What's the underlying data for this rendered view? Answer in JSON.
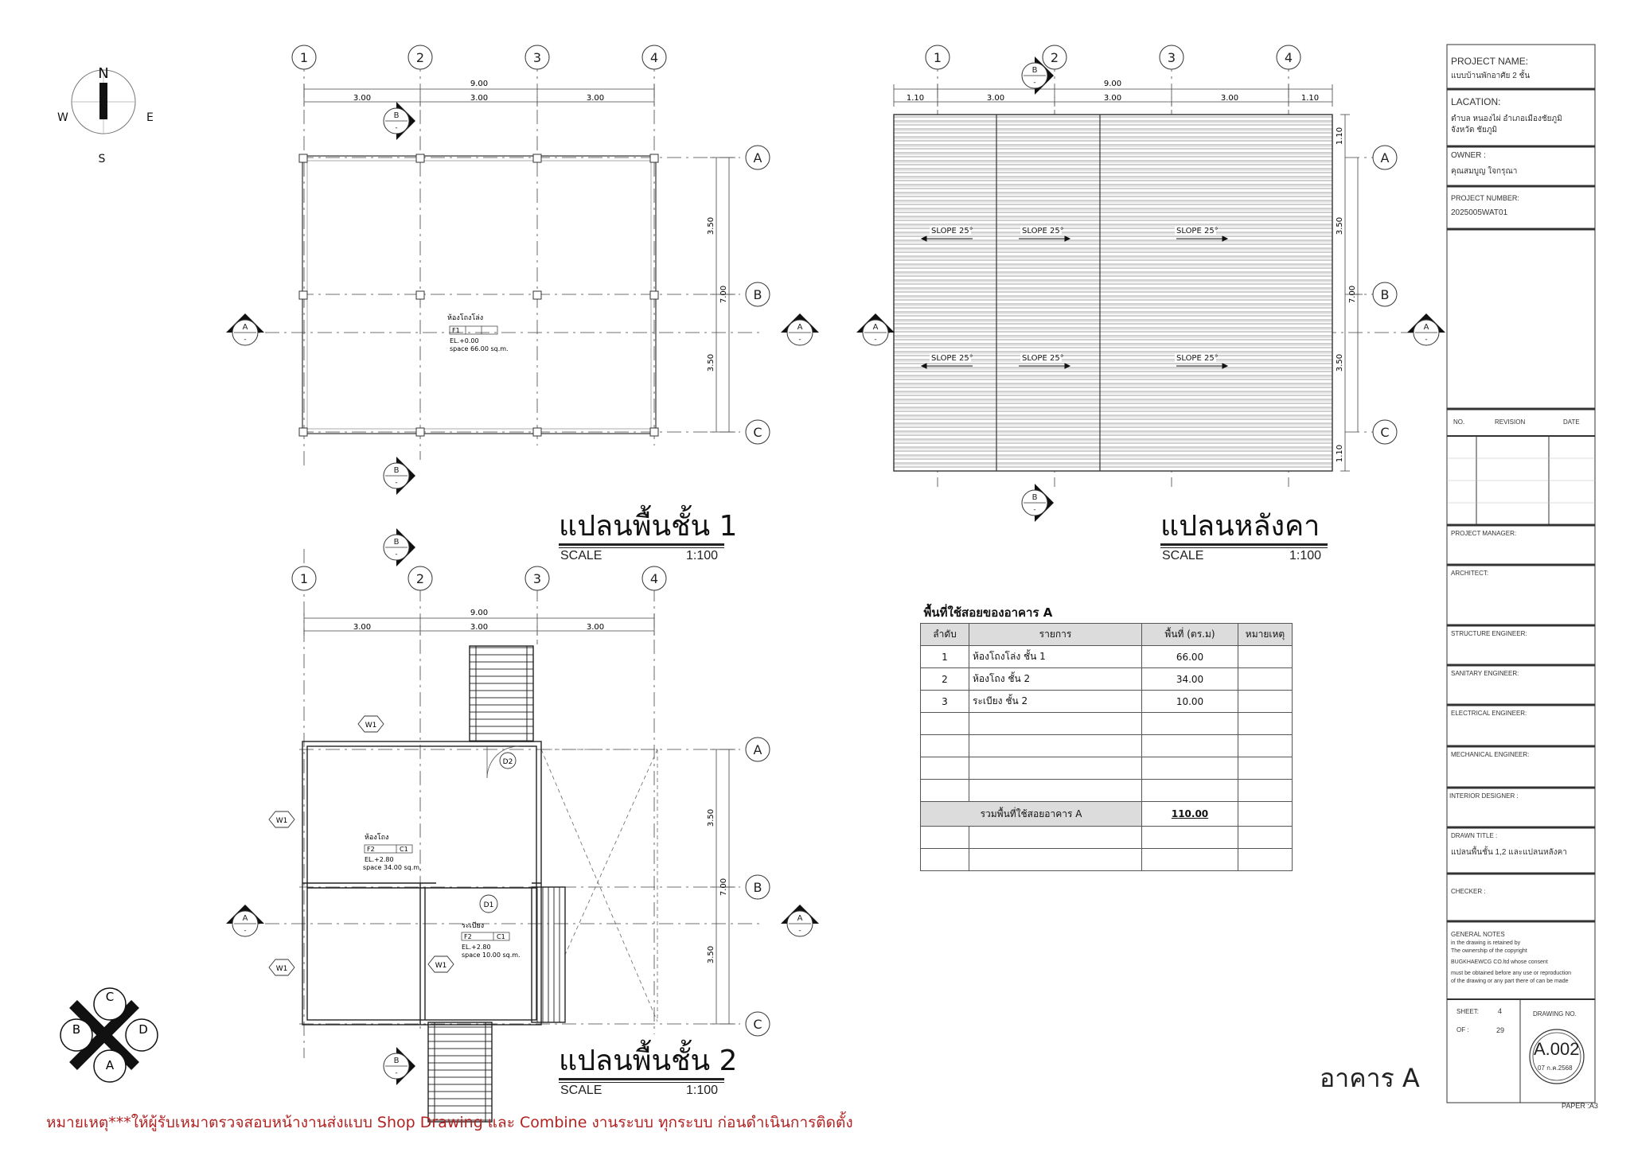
{
  "compass": {
    "n": "N",
    "s": "S",
    "e": "E",
    "w": "W"
  },
  "grid": {
    "cols": [
      "1",
      "2",
      "3",
      "4"
    ],
    "rows": [
      "A",
      "B",
      "C"
    ],
    "dim_total": "9.00",
    "dim_bay": "3.00",
    "dim_overhang": "1.10",
    "dim_row": "3.50",
    "dim_total_v": "7.00"
  },
  "section": {
    "a": "A",
    "b": "B",
    "c": "C",
    "d": "D",
    "sub": "-"
  },
  "plan1": {
    "title": "แปลนพื้นชั้น 1",
    "scale_label": "SCALE",
    "scale_value": "1:100",
    "room": {
      "name": "ห้องโถงโล่ง",
      "tag": "F1",
      "el": "EL.+0.00",
      "space": "space 66.00 sq.m."
    }
  },
  "roof": {
    "title": "แปลนหลังคา",
    "scale_label": "SCALE",
    "scale_value": "1:100",
    "slope": "SLOPE 25°"
  },
  "plan2": {
    "title": "แปลนพื้นชั้น 2",
    "scale_label": "SCALE",
    "scale_value": "1:100",
    "room1": {
      "name": "ห้องโถง",
      "tag": "F2",
      "tag2": "C1",
      "el": "EL.+2.80",
      "space": "space 34.00 sq.m."
    },
    "room2": {
      "name": "ระเบียง",
      "tag": "F2",
      "tag2": "C1",
      "el": "EL.+2.80",
      "space": "space 10.00 sq.m."
    },
    "w1": "W1",
    "d1": "D1",
    "d2": "D2"
  },
  "area_table": {
    "title": "พื้นที่ใช้สอยของอาคาร A",
    "headers": [
      "ลำดับ",
      "รายการ",
      "พื้นที่ (ตร.ม)",
      "หมายเหตุ"
    ],
    "rows": [
      {
        "no": "1",
        "item": "ห้องโถงโล่ง ชั้น 1",
        "area": "66.00"
      },
      {
        "no": "2",
        "item": "ห้องโถง ชั้น 2",
        "area": "34.00"
      },
      {
        "no": "3",
        "item": "ระเบียง ชั้น 2",
        "area": "10.00"
      }
    ],
    "total_label": "รวมพื้นที่ใช้สอยอาคาร A",
    "total_value": "110.00"
  },
  "title_block": {
    "project_name_label": "PROJECT NAME:",
    "project_name": "แบบบ้านพักอาศัย 2 ชั้น",
    "location_label": "LACATION:",
    "location_1": "ตำบล หนองไผ่ อำเภอเมืองชัยภูมิ",
    "location_2": "จังหวัด ชัยภูมิ",
    "owner_label": "OWNER :",
    "owner": "คุณสมบูญ ใจกรุณา",
    "project_number_label": "PROJECT NUMBER:",
    "project_number": "2025005WAT01",
    "rev_no": "NO.",
    "rev_revision": "REVISION",
    "rev_date": "DATE",
    "project_manager": "PROJECT MANAGER:",
    "architect": "ARCHITECT:",
    "structure_engineer": "STRUCTURE ENGINEER:",
    "sanitary_engineer": "SANITARY ENGINEER:",
    "electrical_engineer": "ELECTRICAL ENGINEER:",
    "mechanical_engineer": "MECHANICAL ENGINEER:",
    "interior_designer": "INTERIOR DESIGNER :",
    "drawn_title_label": "DRAWN TITLE :",
    "drawn_title": "แปลนพื้นชั้น 1,2 และแปลนหลังคา",
    "checker": "CHECKER :",
    "general_notes_label": "GENERAL NOTES",
    "gn_1": "in the drawing is retained by",
    "gn_2": "The ownership of the copyright",
    "gn_3": "BUGKHAEWCG CO.ltd  whose consent",
    "gn_4": "must be obtained before any  use or reproduction",
    "gn_5": "of the drawing or any part there of can be made",
    "sheet_label": "SHEET:",
    "sheet_value": "4",
    "of_label": "OF  :",
    "of_value": "29",
    "drawing_no_label": "DRAWING NO.",
    "drawing_no": "A.002",
    "drawing_date": "07 ก.ค.2568"
  },
  "building_label": "อาคาร A",
  "paper_size": "PAPER :A3",
  "footer_note": "หมายเหตุ***ให้ผู้รับเหมาตรวจสอบหน้างานส่งแบบ Shop Drawing  และ Combine งานระบบ ทุกระบบ ก่อนดำเนินการติดตั้ง"
}
